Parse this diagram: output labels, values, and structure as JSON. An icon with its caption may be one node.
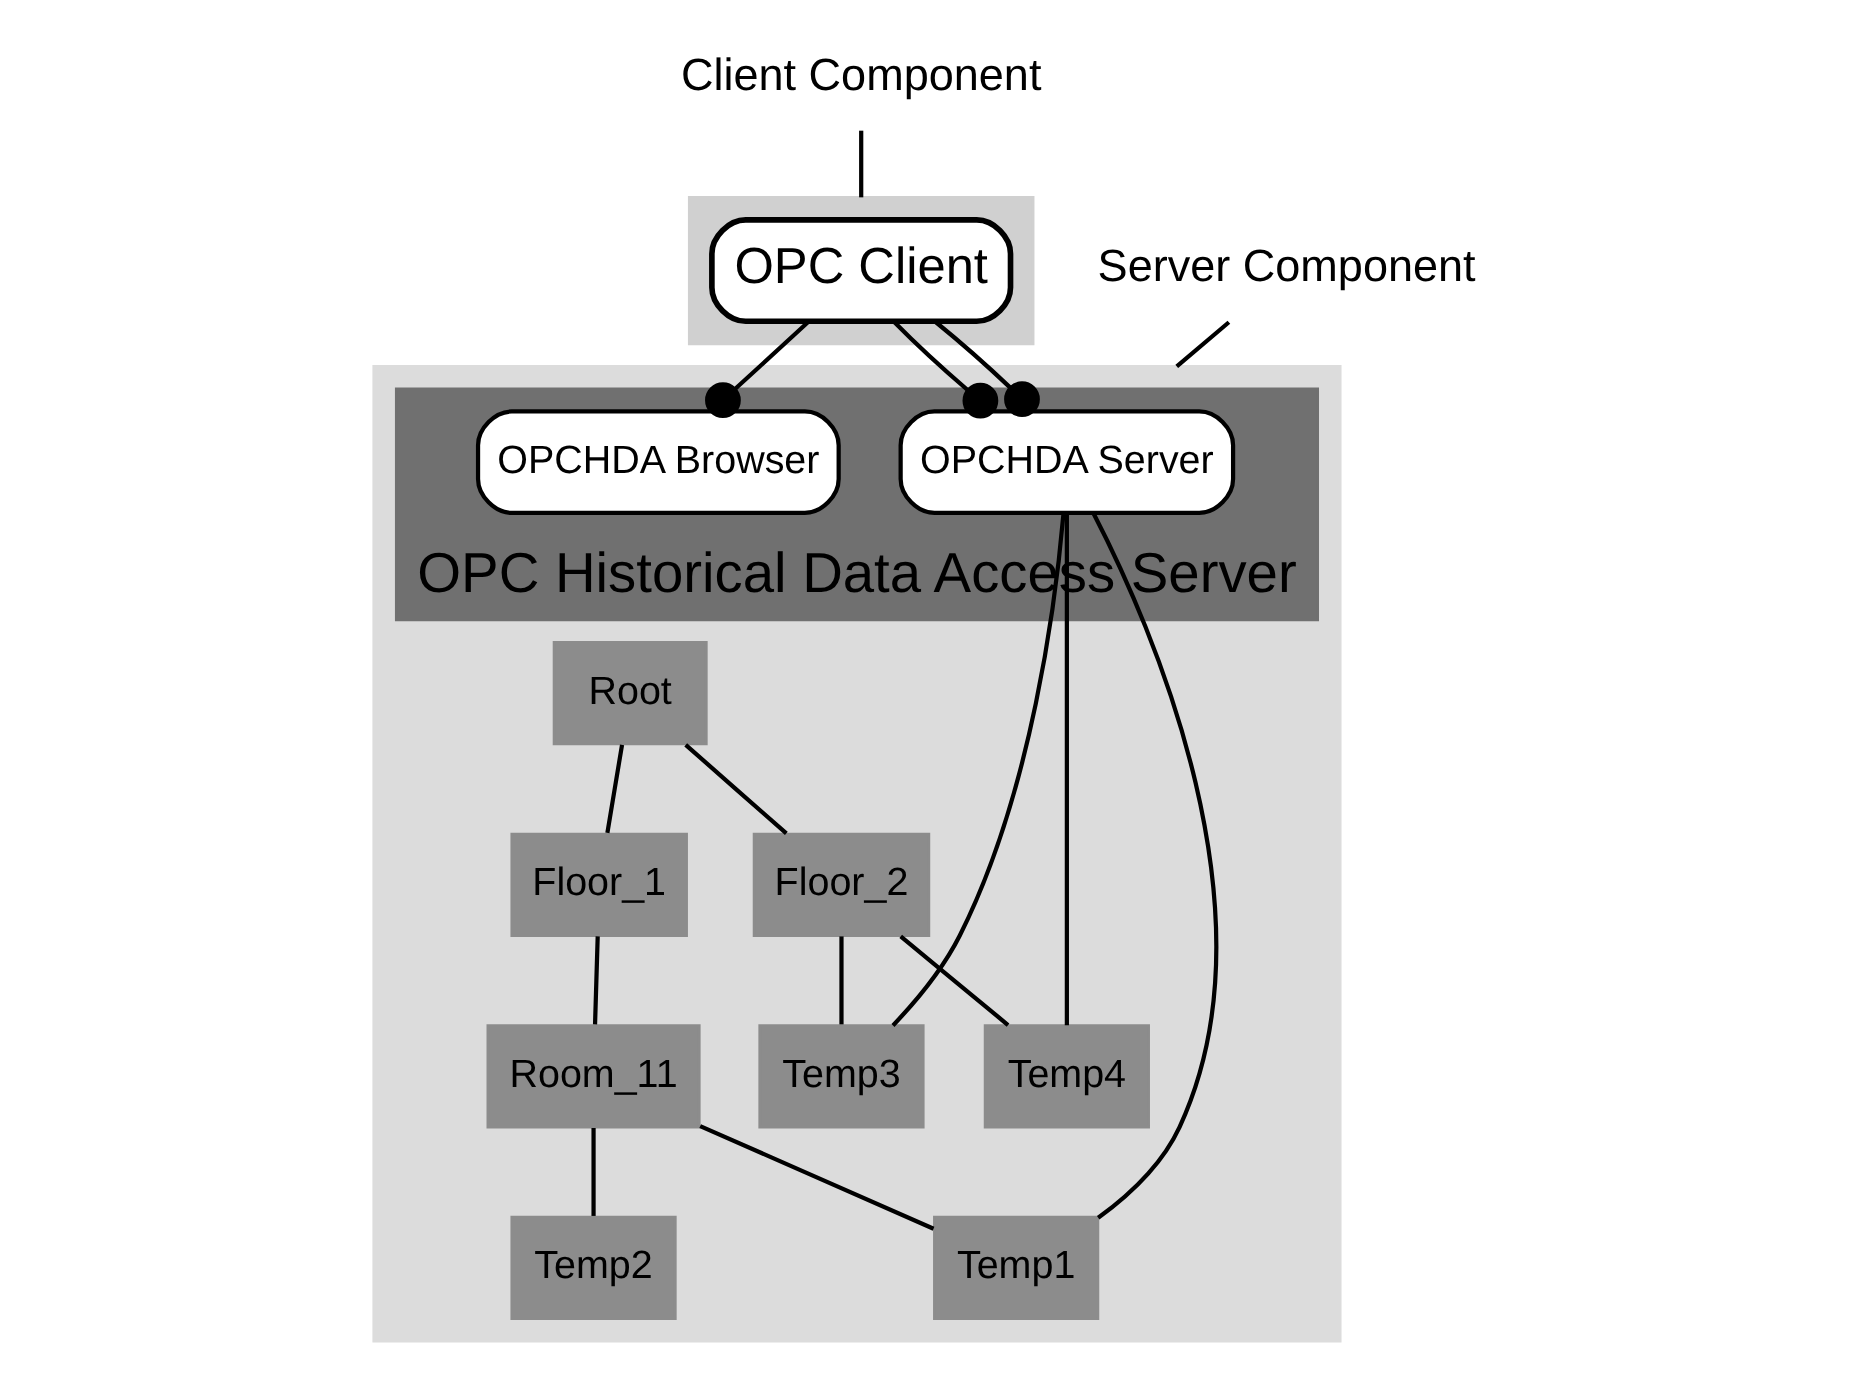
{
  "diagram": {
    "nodes": [
      {
        "text": [
          "Client Component"
        ]
      },
      {
        "text": [],
        "shape": "box"
      },
      {
        "text": [
          "OPC Client"
        ],
        "in": 1
      },
      {
        "text": [],
        "shape": "box"
      },
      {
        "text": [
          "OPC Historical Data Access Server"
        ],
        "in": 3
      },
      {
        "text": [
          "OPCHDA Server"
        ],
        "in": 4
      },
      {
        "text": [
          "OPCHDA Browser"
        ],
        "in": 4
      },
      {
        "text": [
          "Root"
        ],
        "in": 3
      },
      {
        "text": [
          "Floor_1"
        ],
        "in": 3
      },
      {
        "text": [
          "Floor_2"
        ],
        "in": 3
      },
      {
        "text": [
          "Room_11"
        ],
        "in": 3
      },
      {
        "text": [
          "Temp3"
        ],
        "in": 3
      },
      {
        "text": [
          "Temp4"
        ],
        "in": 3
      },
      {
        "text": [
          "Temp1"
        ],
        "in": 3
      },
      {
        "text": [
          "Temp2"
        ],
        "in": 3
      },
      {
        "text": [
          "Server Component"
        ]
      }
    ],
    "edges": [
      {
        "from": 0,
        "to": 1,
        "arrow": "none"
      },
      {
        "from": 2,
        "to": 5,
        "arrow": "other"
      },
      {
        "from": 2,
        "to": 5,
        "arrow": "other"
      },
      {
        "from": 2,
        "to": 6,
        "arrow": "other"
      },
      {
        "from": 5,
        "to": 13,
        "arrow": "none"
      },
      {
        "from": 5,
        "to": 11,
        "arrow": "none"
      },
      {
        "from": 5,
        "to": 12,
        "arrow": "none"
      },
      {
        "from": 7,
        "to": 8,
        "arrow": "none"
      },
      {
        "from": 7,
        "to": 9,
        "arrow": "none"
      },
      {
        "from": 8,
        "to": 10,
        "arrow": "none"
      },
      {
        "from": 10,
        "to": 13,
        "arrow": "none"
      },
      {
        "from": 10,
        "to": 14,
        "arrow": "none"
      },
      {
        "from": 9,
        "to": 11,
        "arrow": "none"
      },
      {
        "from": 9,
        "to": 12,
        "arrow": "none"
      },
      {
        "from": 15,
        "to": 3,
        "arrow": "none"
      }
    ]
  }
}
